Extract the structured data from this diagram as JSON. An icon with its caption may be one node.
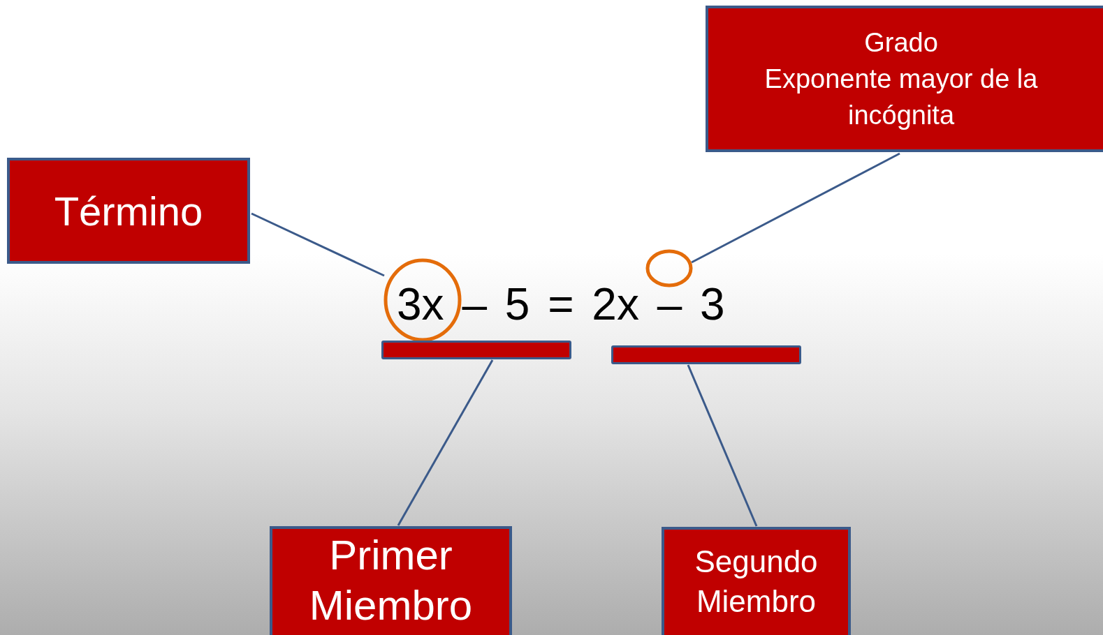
{
  "diagram": {
    "nodes": [
      {
        "text": [
          "Término"
        ]
      },
      {
        "text": [
          "Grado",
          "Exponente mayor de la incógnita"
        ]
      },
      {
        "text": [],
        "shape": "circle"
      },
      {
        "text": [],
        "shape": "circle"
      },
      {
        "text": [],
        "shape": "bar"
      },
      {
        "text": [],
        "shape": "bar"
      },
      {
        "text": [
          "Primer Miembro"
        ]
      },
      {
        "text": [
          "Segundo Miembro"
        ]
      }
    ],
    "edges": [
      {
        "from": 0,
        "to": 2,
        "arrow": "none"
      },
      {
        "from": 1,
        "to": 3,
        "arrow": "none"
      },
      {
        "from": 4,
        "to": 6,
        "arrow": "none"
      },
      {
        "from": 5,
        "to": 7,
        "arrow": "none"
      }
    ],
    "labels": [
      "3x – 5 = 2x – 3"
    ]
  }
}
